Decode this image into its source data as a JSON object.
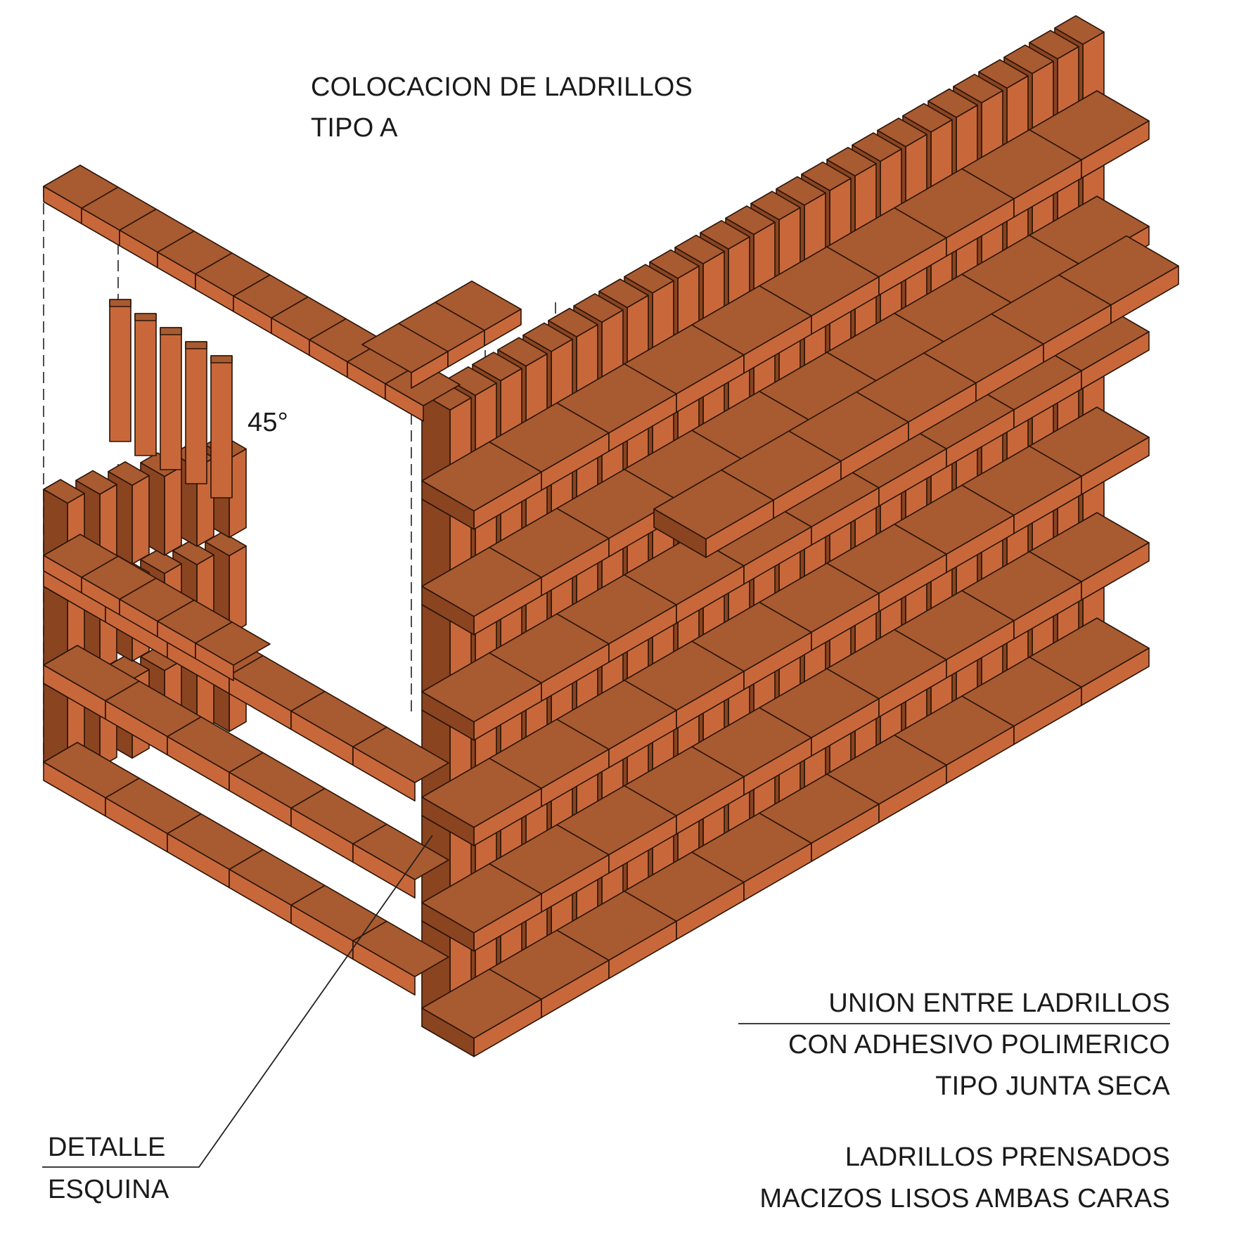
{
  "title": {
    "line1": "COLOCACION DE LADRILLOS",
    "line2": "TIPO A"
  },
  "angle_label": "45°",
  "union": {
    "line1": "UNION ENTRE LADRILLOS",
    "line2": "CON ADHESIVO POLIMERICO",
    "line3": "TIPO JUNTA SECA"
  },
  "bricks": {
    "line1": "LADRILLOS PRENSADOS",
    "line2": "MACIZOS LISOS AMBAS CARAS"
  },
  "detail": {
    "line1": "DETALLE",
    "line2": "ESQUINA"
  },
  "colors": {
    "brick_front": "#c8683a",
    "brick_top": "#a85a30",
    "brick_side": "#8a4420",
    "brick_dark": "#6e3415",
    "outline": "#2a1408",
    "text": "#1a1a1a"
  }
}
